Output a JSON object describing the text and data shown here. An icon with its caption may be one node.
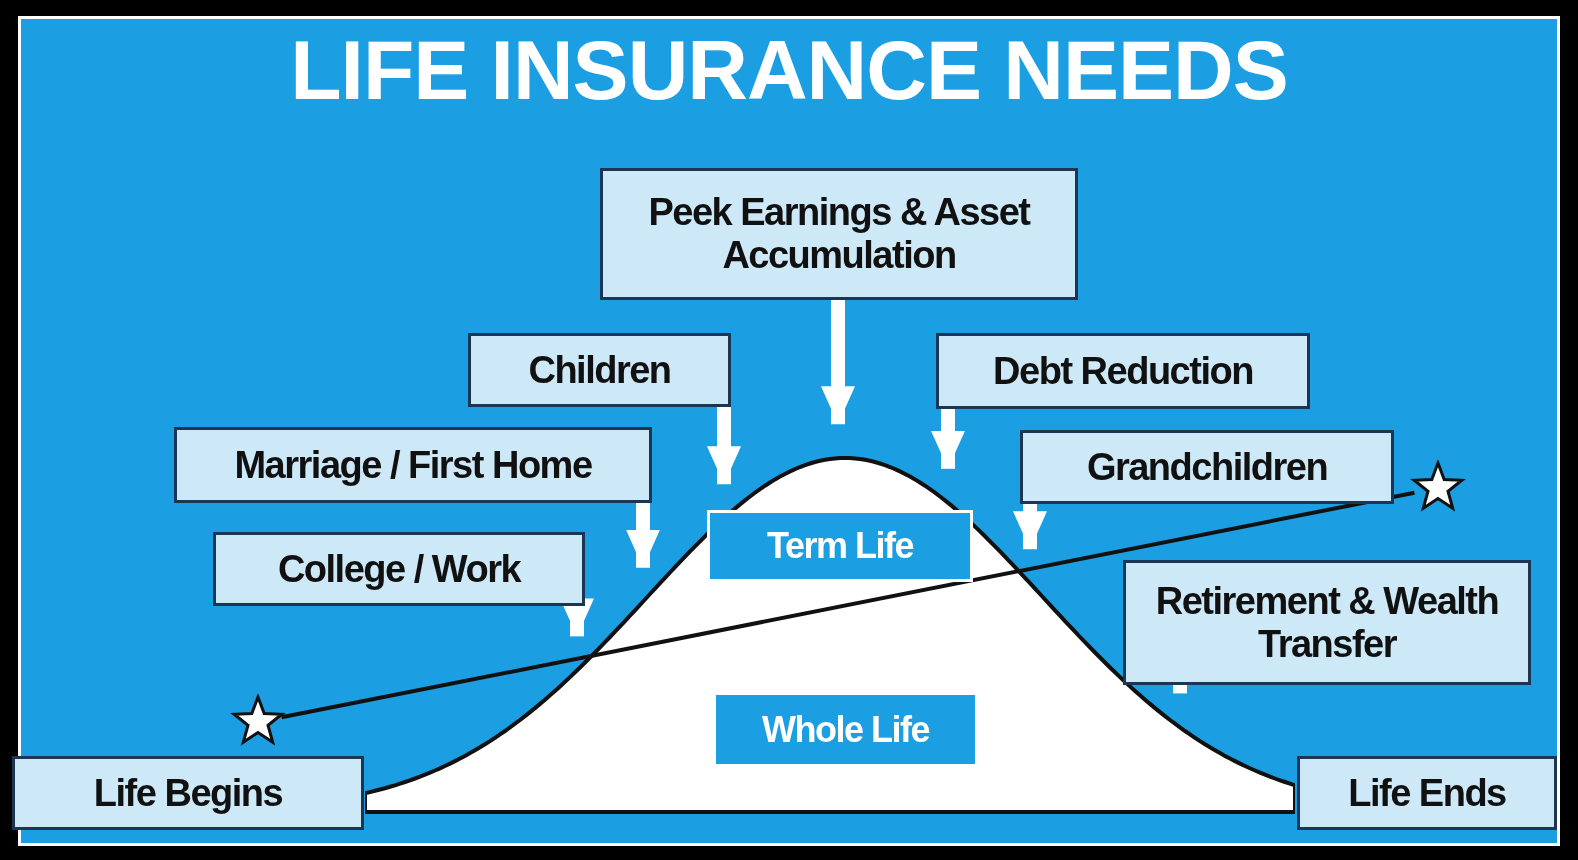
{
  "diagram": {
    "title": "LIFE INSURANCE NEEDS",
    "nodes": [
      {
        "text": [
          "Peek Earnings & Asset Accumulation"
        ]
      },
      {
        "text": [
          "Children"
        ]
      },
      {
        "text": [
          "Debt Reduction"
        ]
      },
      {
        "text": [
          "Marriage / First Home"
        ]
      },
      {
        "text": [
          "Grandchildren"
        ]
      },
      {
        "text": [
          "College / Work"
        ]
      },
      {
        "text": [
          "Term Life"
        ],
        "in": 8
      },
      {
        "text": [
          "Retirement & Wealth Transfer"
        ]
      },
      {
        "text": [],
        "shape": "curve"
      },
      {
        "text": [
          "Whole Life"
        ],
        "in": 8
      },
      {
        "text": [
          "Life Begins"
        ]
      },
      {
        "text": [
          "Life Ends"
        ]
      },
      {
        "text": [],
        "shape": "star"
      },
      {
        "text": [],
        "shape": "star"
      }
    ],
    "edges": [
      {
        "from": 0,
        "to": 8,
        "arrow": "to"
      },
      {
        "from": 1,
        "to": 8,
        "arrow": "to"
      },
      {
        "from": 2,
        "to": 8,
        "arrow": "to"
      },
      {
        "from": 3,
        "to": 8,
        "arrow": "to"
      },
      {
        "from": 4,
        "to": 8,
        "arrow": "to"
      },
      {
        "from": 5,
        "to": 8,
        "arrow": "to"
      },
      {
        "from": 7,
        "to": 8,
        "arrow": "to"
      },
      {
        "from": 12,
        "to": 13,
        "arrow": "none",
        "color": "#111111"
      }
    ]
  }
}
